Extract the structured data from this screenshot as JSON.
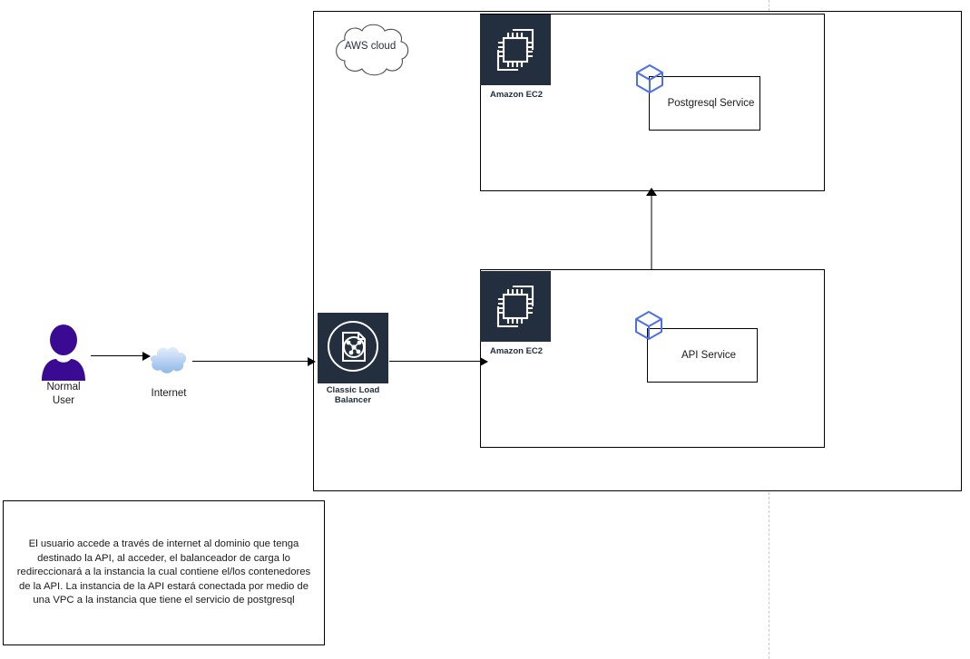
{
  "diagram": {
    "title": "AWS API architecture diagram",
    "colors": {
      "aws_tile_bg": "#232F3E",
      "aws_label": "#232F3E",
      "cube_blue": "#4D6FE8",
      "user_purple": "#3B0A92",
      "internet_cloud": "#BBD4F2",
      "stroke": "#000000",
      "vertical_connector": "#808080",
      "page_guide": "#C8C8C8"
    },
    "aws_cloud": {
      "label": "AWS cloud"
    },
    "nodes": {
      "user": {
        "label_line1": "Normal",
        "label_line2": "User",
        "icon": "person-icon"
      },
      "internet": {
        "label": "Internet",
        "icon": "cloud-icon"
      },
      "load_balancer": {
        "label_line1": "Classic Load",
        "label_line2": "Balancer",
        "icon": "classic-load-balancer-icon"
      },
      "ec2_top": {
        "label": "Amazon EC2",
        "icon": "amazon-ec2-icon"
      },
      "ec2_bottom": {
        "label": "Amazon EC2",
        "icon": "amazon-ec2-icon"
      },
      "postgresql_service": {
        "label": "Postgresql Service",
        "icon": "cube-icon"
      },
      "api_service": {
        "label": "API Service",
        "icon": "cube-icon"
      }
    },
    "connections": [
      {
        "from": "Normal User",
        "to": "Internet",
        "style": "arrow-right"
      },
      {
        "from": "Internet",
        "to": "Classic Load Balancer",
        "style": "arrow-right"
      },
      {
        "from": "Classic Load Balancer",
        "to": "Amazon EC2 (API)",
        "style": "arrow-right"
      },
      {
        "from": "Amazon EC2 (API)",
        "to": "Amazon EC2 (Postgresql)",
        "style": "arrow-up"
      }
    ],
    "note": {
      "text": "El usuario accede a través de internet al dominio que tenga destinado la API, al acceder, el balanceador de carga lo redireccionará a la instancia la cual contiene el/los contenedores de la API. La instancia de la API estará conectada por medio de una VPC a la instancia que tiene el servicio de postgresql"
    }
  }
}
